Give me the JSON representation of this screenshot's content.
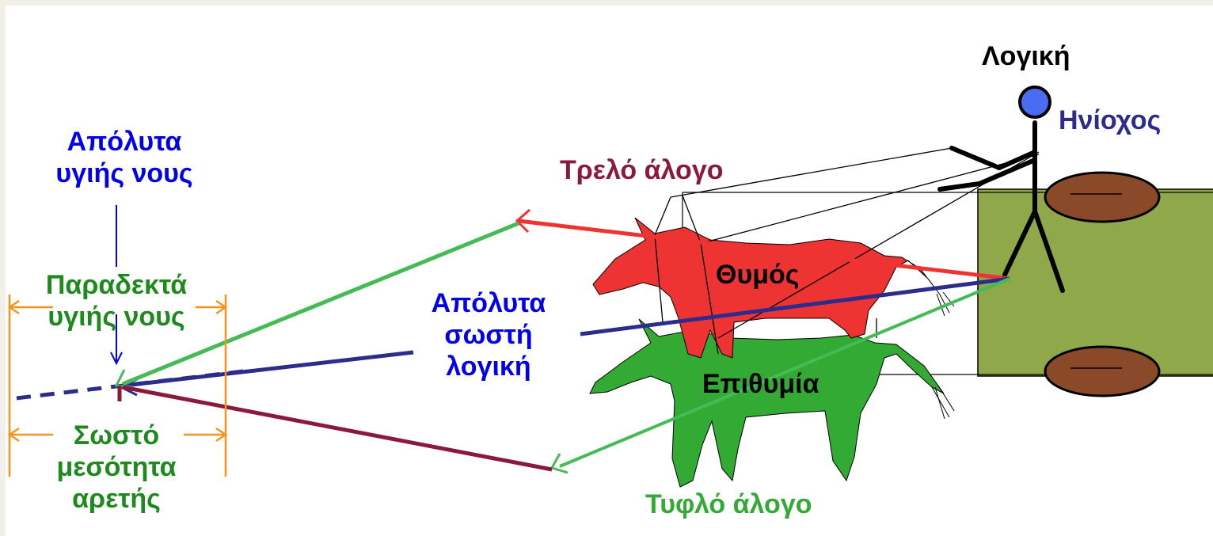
{
  "labels": {
    "logic": "Λογική",
    "charioteer": "Ηνίοχος",
    "crazy_horse": "Τρελό άλογο",
    "blind_horse": "Τυφλό άλογο",
    "thymos": "Θυμός",
    "epithymia": "Επιθυμία",
    "absolutely_correct_logic": [
      "Απόλυτα",
      "σωστή",
      "λογική"
    ],
    "absolutely_sane_mind": [
      "Απόλυτα",
      "υγιής νους"
    ],
    "acceptable_sane_mind": [
      "Παραδεκτά",
      "υγιής νους"
    ],
    "correct_mean_virtue": [
      "Σωστό",
      "μεσότητα",
      "αρετής"
    ]
  },
  "colors": {
    "red_horse": "#ee3333",
    "green_horse": "#33aa33",
    "chariot": "#8fa84a",
    "wheel": "#8a4a2a",
    "head": "#4a6cf0",
    "blue_text": "#0000ee",
    "navy": "#2c2c8c",
    "maroon": "#8b1a3a",
    "green_text": "#1e8a1e",
    "green_line": "#44bb55",
    "red_line": "#ee3333",
    "orange": "#f0961e"
  }
}
